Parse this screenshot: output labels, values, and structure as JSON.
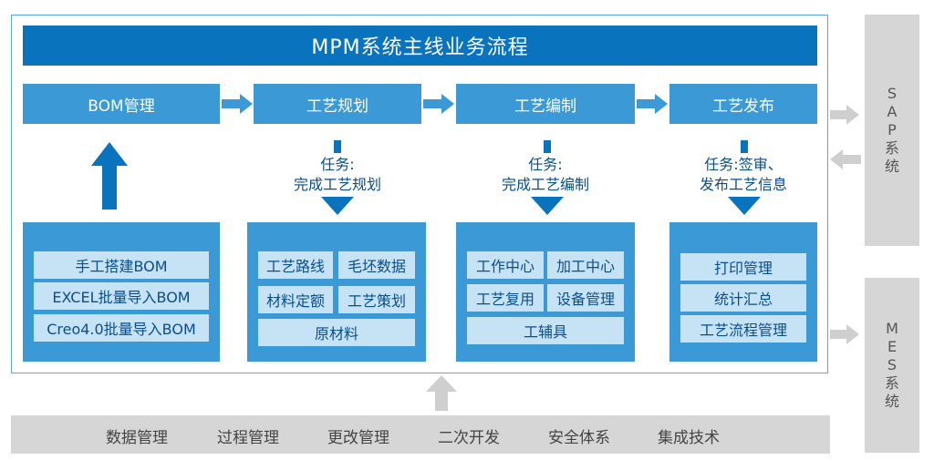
{
  "title": "MPM系统主线业务流程",
  "stages": [
    "BOM管理",
    "工艺规划",
    "工艺编制",
    "工艺发布"
  ],
  "tasks": [
    {
      "line1": "任务:",
      "line2": "完成工艺规划"
    },
    {
      "line1": "任务:",
      "line2": "完成工艺编制"
    },
    {
      "line1": "任务:签审、",
      "line2": "发布工艺信息"
    }
  ],
  "modules": {
    "bom": [
      "手工搭建BOM",
      "EXCEL批量导入BOM",
      "Creo4.0批量导入BOM"
    ],
    "planning": [
      "工艺路线",
      "毛坯数据",
      "材料定额",
      "工艺策划",
      "原材料"
    ],
    "editing": [
      "工作中心",
      "加工中心",
      "工艺复用",
      "设备管理",
      "工辅具"
    ],
    "release": [
      "打印管理",
      "统计汇总",
      "工艺流程管理"
    ]
  },
  "side_systems": {
    "sap": "SAP系统",
    "mes": "MES系统"
  },
  "foundation": [
    "数据管理",
    "过程管理",
    "更改管理",
    "二次开发",
    "安全体系",
    "集成技术"
  ],
  "colors": {
    "primary": "#0a73bd",
    "stage": "#3b9ad6",
    "cell": "#c6e2f5",
    "gray": "#d6d6d6"
  }
}
